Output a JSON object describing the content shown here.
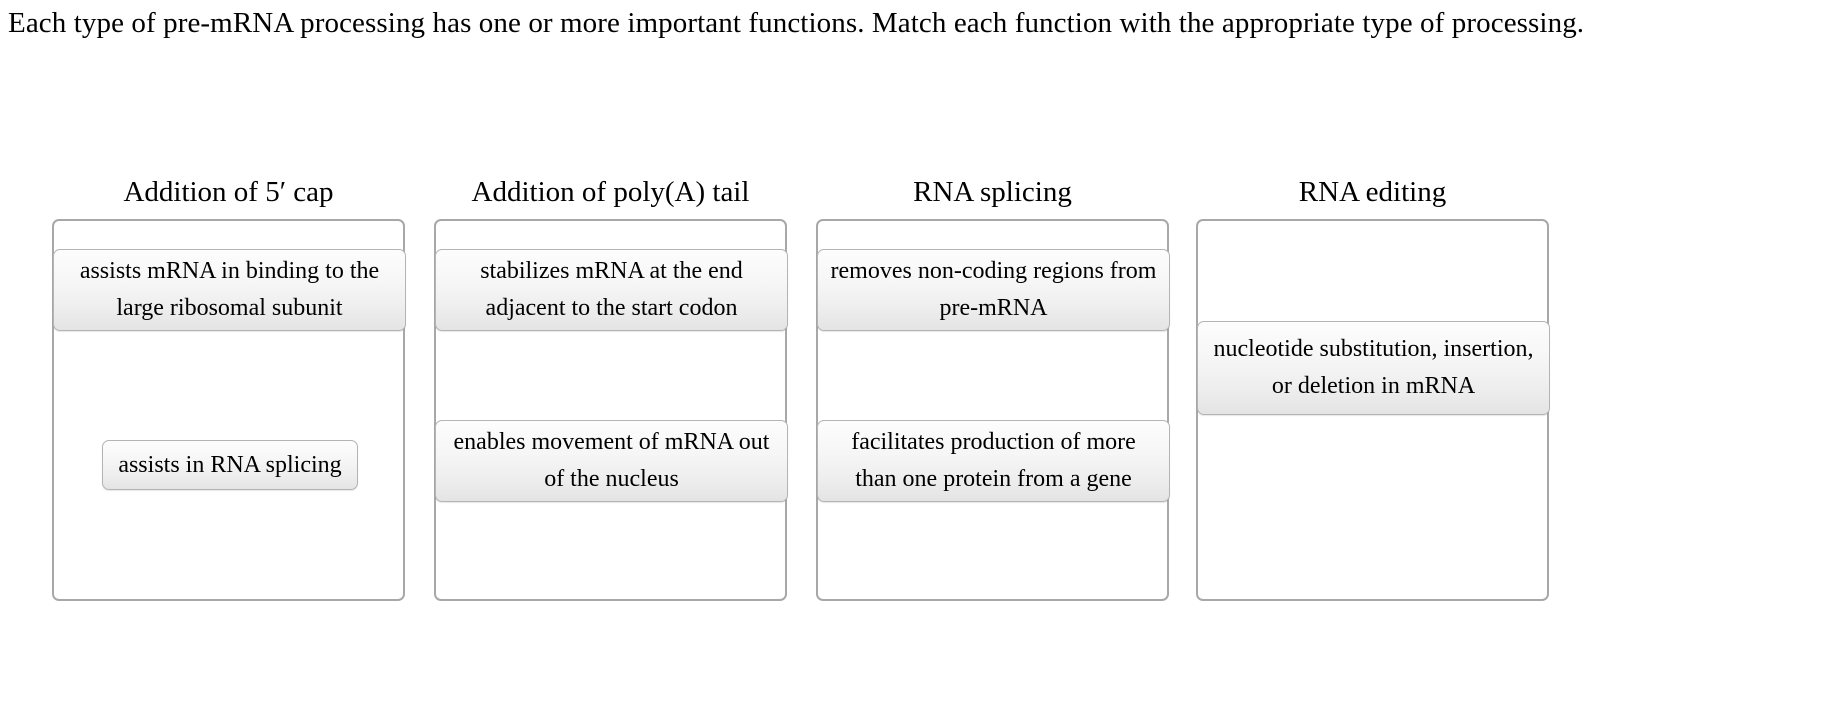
{
  "prompt": {
    "text": "Each type of pre-mRNA processing has one or more important functions. Match each function with the appropriate type of processing."
  },
  "colors": {
    "page_background": "#ffffff",
    "text": "#000000",
    "dropzone_border": "#a8a8a8",
    "tile_border": "#b4b4b4",
    "tile_fill_top": "#fdfdfd",
    "tile_fill_bottom": "#e4e4e4"
  },
  "columns": [
    {
      "header": "Addition of 5′ cap",
      "tiles": [
        {
          "label": "assists mRNA in binding to the large ribosomal subunit"
        },
        {
          "label": "assists in RNA splicing"
        }
      ]
    },
    {
      "header": "Addition of poly(A) tail",
      "tiles": [
        {
          "label": "stabilizes mRNA at the end adjacent to the start codon"
        },
        {
          "label": "enables movement of mRNA out of the nucleus"
        }
      ]
    },
    {
      "header": "RNA splicing",
      "tiles": [
        {
          "label": "removes non-coding regions from pre-mRNA"
        },
        {
          "label": "facilitates production of more than one protein from a gene"
        }
      ]
    },
    {
      "header": "RNA editing",
      "tiles": [
        {
          "label": "nucleotide substitution, insertion, or deletion in mRNA"
        }
      ]
    }
  ]
}
